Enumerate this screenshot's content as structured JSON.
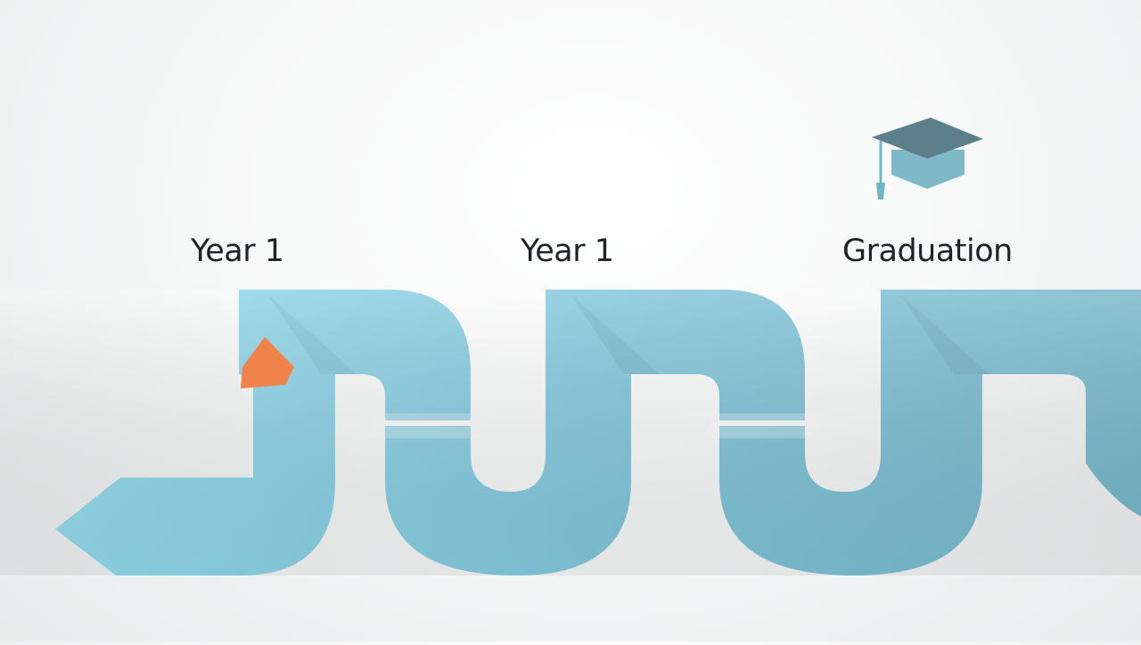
{
  "milestones": [
    {
      "label": "Year 1"
    },
    {
      "label": "Year 1"
    },
    {
      "label": "Graduation"
    }
  ],
  "icons": {
    "top_right": "graduation-cap-icon",
    "start_marker": "orange-arrowhead-icon"
  },
  "colors": {
    "band_start": "#94dcee",
    "band_mid": "#82c7dc",
    "band_end": "#75b7c9",
    "marker": "#f0834a",
    "cap_board": "#5d7f8b",
    "cap_body": "#7fb8c6",
    "tassel": "#6fb3c8",
    "text": "#1f2326"
  }
}
